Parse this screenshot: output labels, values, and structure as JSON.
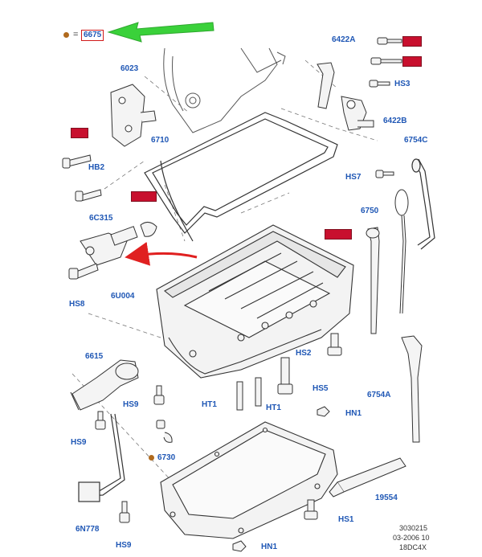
{
  "legend": {
    "equals": "=",
    "part": "6675",
    "dot_color": "#b06a1d",
    "arrow_color": "#3ad13a"
  },
  "labels": {
    "p6022a": "6422A",
    "p6023": "6023",
    "p6710": "6710",
    "hb2": "HB2",
    "p6c315": "6C315",
    "hs8": "HS8",
    "p6u004": "6U004",
    "p6615": "6615",
    "hs9a": "HS9",
    "hs9b": "HS9",
    "p6730": "6730",
    "p6n778": "6N778",
    "hs9c": "HS9",
    "ht1a": "HT1",
    "ht1b": "HT1",
    "hs2": "HS2",
    "hs5": "HS5",
    "hn1a": "HN1",
    "hn1b": "HN1",
    "hs1": "HS1",
    "p6422b": "6422B",
    "hs3": "HS3",
    "p6754c": "6754C",
    "hs7": "HS7",
    "p6750": "6750",
    "p6754a": "6754A",
    "p19554": "19554"
  },
  "red_tags": [
    {
      "id": "tag1",
      "text": ""
    },
    {
      "id": "tag2",
      "text": ""
    },
    {
      "id": "tag3",
      "text": ""
    },
    {
      "id": "tag4",
      "text": ""
    },
    {
      "id": "tag5",
      "text": ""
    }
  ],
  "footer": {
    "line1": "3030215",
    "line2": "03-2006 10",
    "line3": "18DC4X"
  },
  "colors": {
    "label": "#1f57b5",
    "line": "#333333",
    "red_tag": "#c8102e",
    "red_arrow": "#e02020"
  }
}
